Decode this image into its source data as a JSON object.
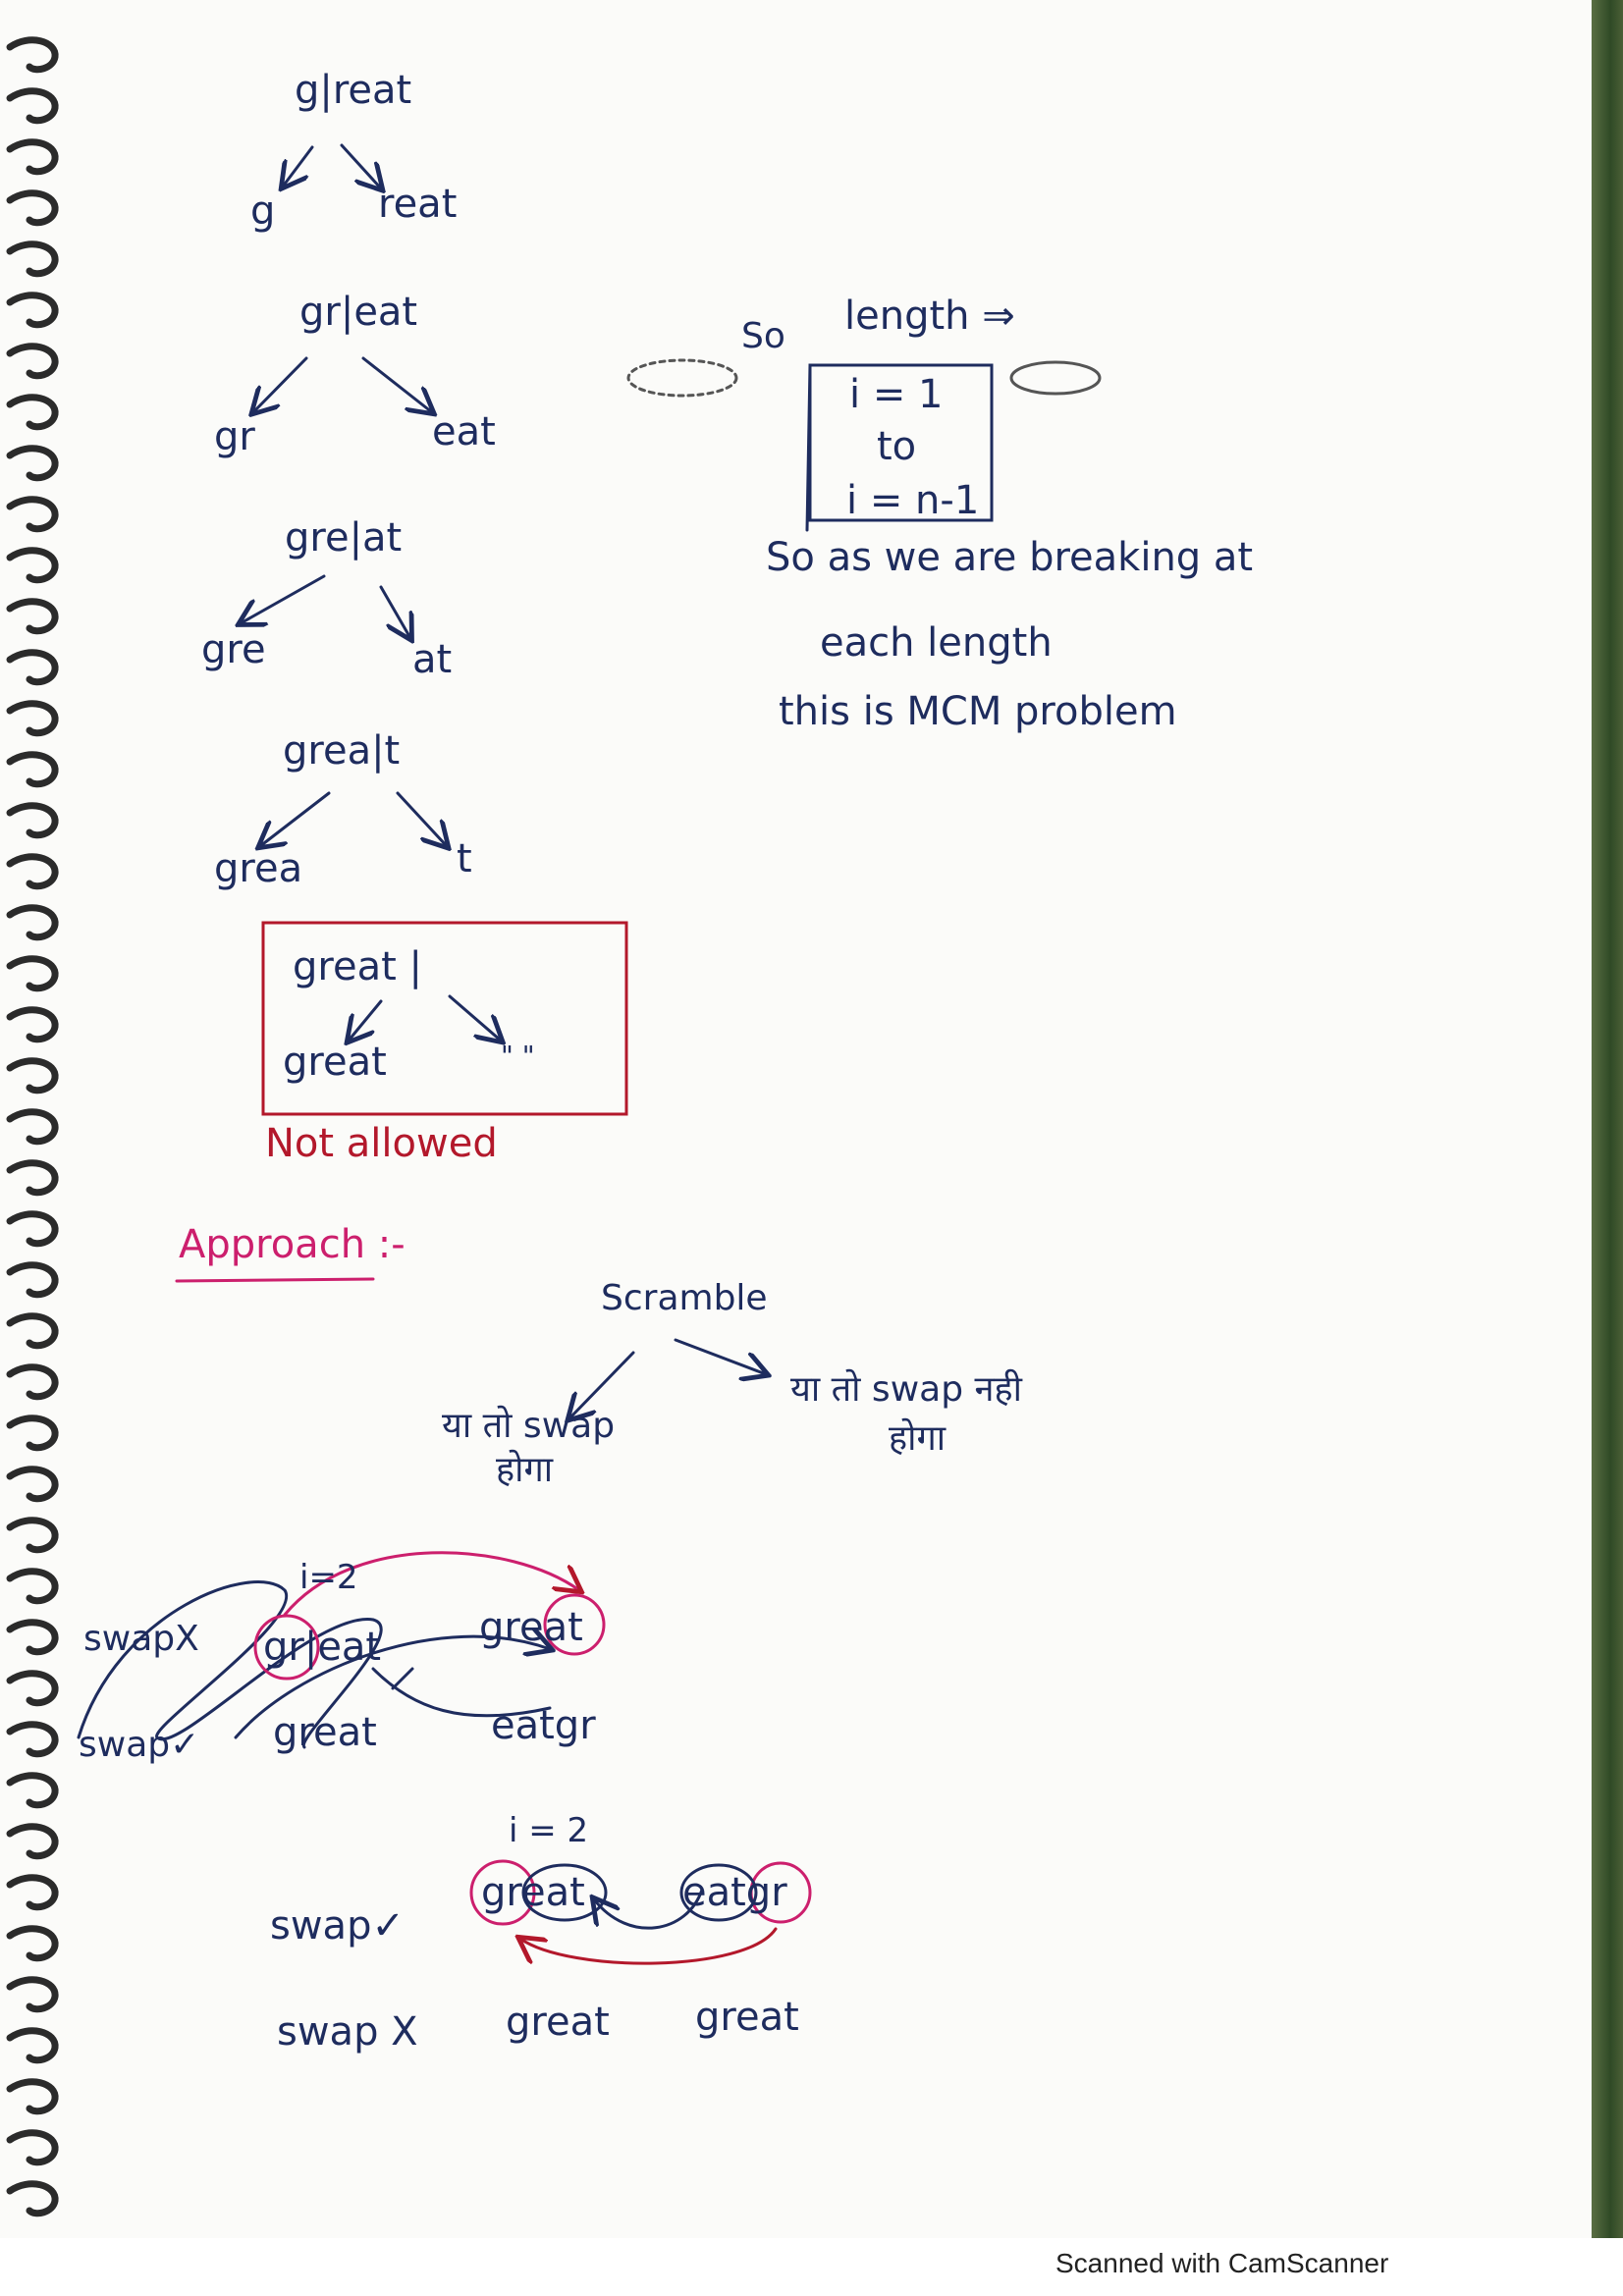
{
  "trees": [
    {
      "root": "g|reat",
      "left": "g",
      "right": "reat"
    },
    {
      "root": "gr|eat",
      "left": "gr",
      "right": "eat"
    },
    {
      "root": "gre|at",
      "left": "gre",
      "right": "at"
    },
    {
      "root": "grea|t",
      "left": "grea",
      "right": "t"
    }
  ],
  "invalid_split": {
    "root": "great |",
    "left": "great",
    "right": "\"  \"",
    "verdict": "Not allowed"
  },
  "length_note": {
    "prefix": "So",
    "label": "length ⇒",
    "lines": [
      "i = 1",
      "to",
      "i = n-1"
    ]
  },
  "explanation": [
    "So  as  we  are  breaking  at",
    "each  length",
    "this  is  MCM  problem"
  ],
  "approach": {
    "heading": "Approach :-",
    "root": "Scramble",
    "left": [
      "या तो swap",
      "होगा"
    ],
    "right": [
      "या तो swap नही",
      "होगा"
    ]
  },
  "sketch1": {
    "index": "i=2",
    "swap_no": "swapX",
    "swap_yes": "swap✓",
    "words": [
      "gr|eat",
      "great",
      "great",
      "eatgr"
    ]
  },
  "sketch2": {
    "index": "i = 2",
    "swap_yes": "swap✓",
    "swap_no": "swap X",
    "swap_words": [
      "great",
      "eatgr"
    ],
    "no_swap_words": [
      "great",
      "great"
    ]
  },
  "footer": "Scanned with CamScanner"
}
